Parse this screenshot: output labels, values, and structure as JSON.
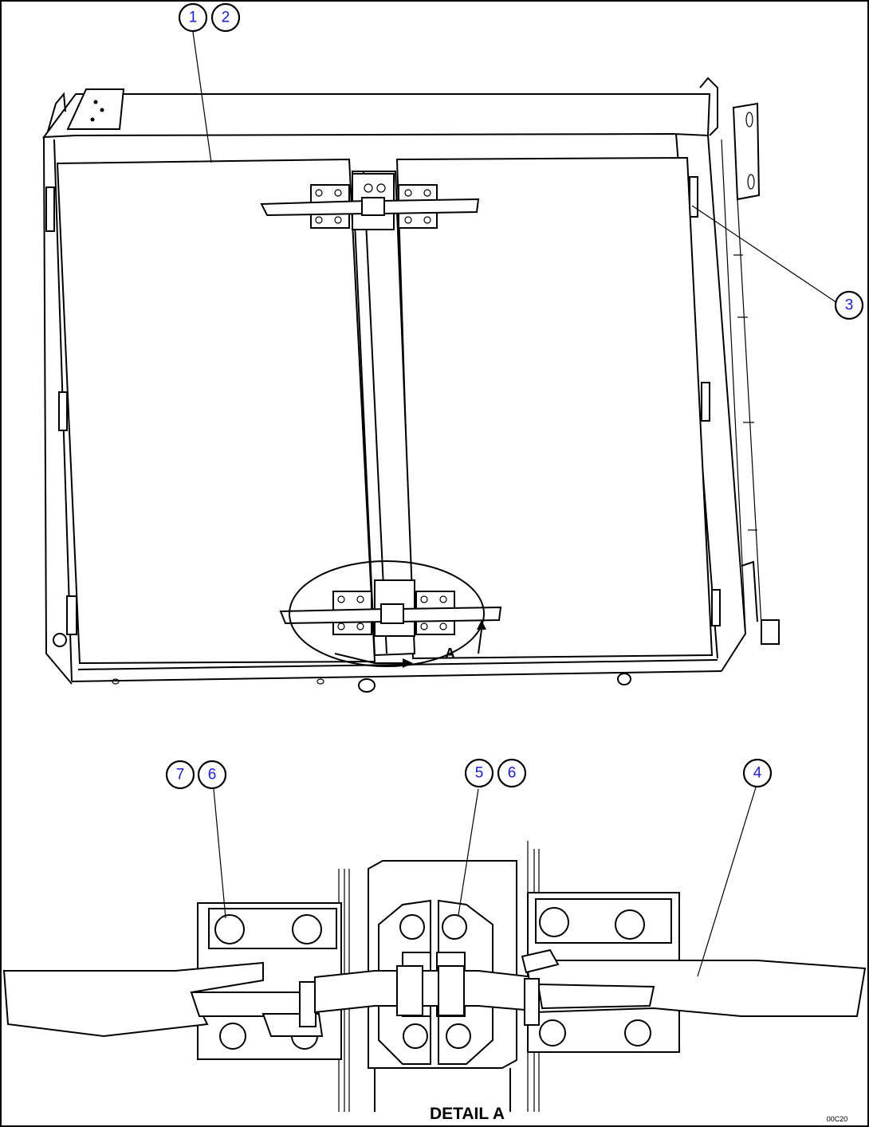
{
  "callouts": {
    "c1": "1",
    "c2": "2",
    "c3": "3",
    "c4": "4",
    "c5": "5",
    "c6a": "6",
    "c6b": "6",
    "c7": "7"
  },
  "view_marker": "A",
  "detail_caption": "DETAIL A",
  "drawing_code": "00C20",
  "colors": {
    "line": "#000000",
    "callout_text": "#1b1bd6",
    "background": "#ffffff"
  }
}
